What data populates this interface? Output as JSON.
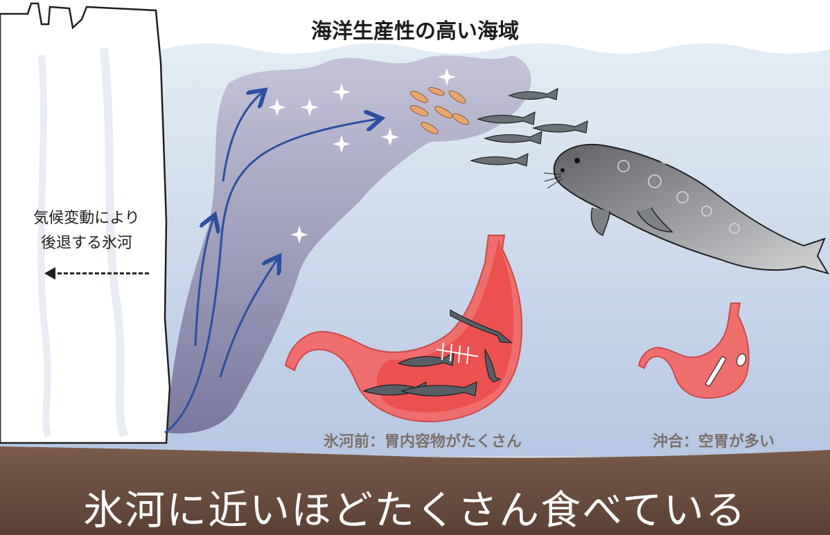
{
  "top_title": "海洋生産性の高い海域",
  "glacier_note": {
    "line1": "気候変動により",
    "line2": "後退する氷河"
  },
  "stomach_near_label": "氷河前：胃内容物がたくさん",
  "stomach_offshore_label": "沖合：空胃が多い",
  "headline": "氷河に近いほどたくさん食べている",
  "colors": {
    "sea_top": "#dde8f1",
    "sea_bottom": "#b8c8e2",
    "plume": "#a9a3c4",
    "arrow": "#2c4f9f",
    "stomach": "#ef6f6f",
    "seabed": "#6e5244",
    "seal": "#8b8d90"
  },
  "icons": [
    "glacier",
    "upwelling-arrow-icon",
    "sparkle-icon",
    "krill-icon",
    "fish-icon",
    "seal-icon",
    "stomach-icon",
    "left-arrow-icon"
  ]
}
